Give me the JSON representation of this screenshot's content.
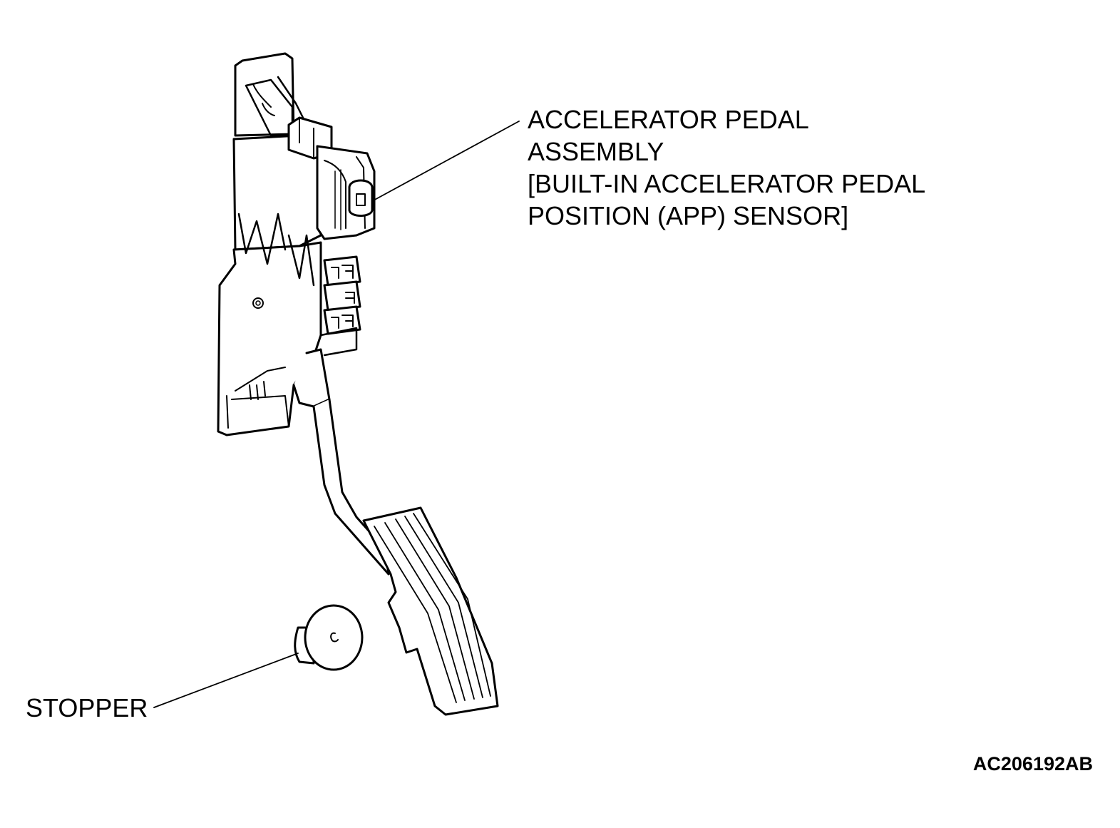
{
  "callouts": {
    "assembly": {
      "lines": [
        "ACCELERATOR PEDAL",
        "ASSEMBLY",
        "[BUILT-IN ACCELERATOR PEDAL",
        "POSITION (APP) SENSOR]"
      ]
    },
    "stopper": {
      "lines": [
        "STOPPER"
      ]
    }
  },
  "figure_code": "AC206192AB",
  "colors": {
    "line": "#000000",
    "background": "#ffffff"
  }
}
